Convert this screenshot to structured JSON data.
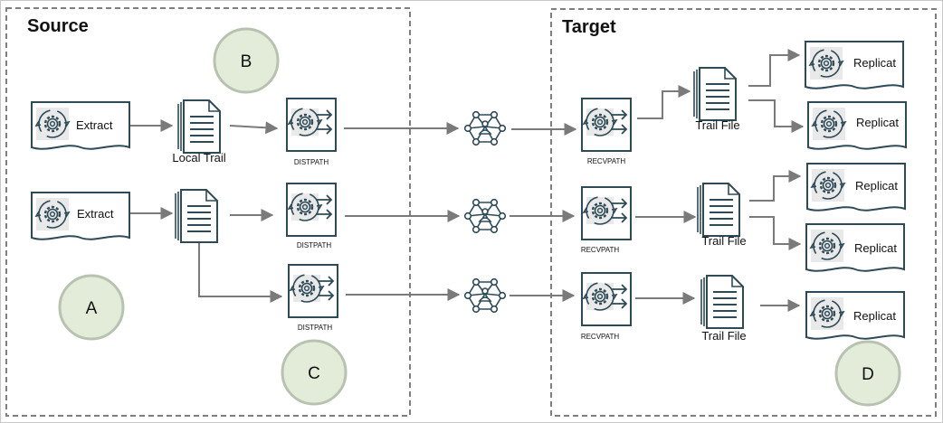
{
  "panels": {
    "source": {
      "title": "Source"
    },
    "target": {
      "title": "Target"
    }
  },
  "circle_labels": {
    "a": "A",
    "b": "B",
    "c": "C",
    "d": "D"
  },
  "source_nodes": {
    "extract_1": "Extract",
    "extract_2": "Extract",
    "local_trail": "Local Trail",
    "distpath_1": "DISTPATH",
    "distpath_2": "DISTPATH",
    "distpath_3": "DISTPATH"
  },
  "target_nodes": {
    "recvpath_1": "RECVPATH",
    "recvpath_2": "RECVPATH",
    "recvpath_3": "RECVPATH",
    "trail_file_1": "Trail File",
    "trail_file_2": "Trail File",
    "trail_file_3": "Trail File",
    "replicat_1": "Replicat",
    "replicat_2": "Replicat",
    "replicat_3": "Replicat",
    "replicat_4": "Replicat",
    "replicat_5": "Replicat"
  },
  "colors": {
    "icon_stroke": "#2e4a57",
    "arrow": "#7a7a7a",
    "circle_fill": "#e3ecd9",
    "circle_stroke": "#b8c2b0",
    "panel_border": "#7f7f7f",
    "gear_fill": "#e9e9e9"
  }
}
